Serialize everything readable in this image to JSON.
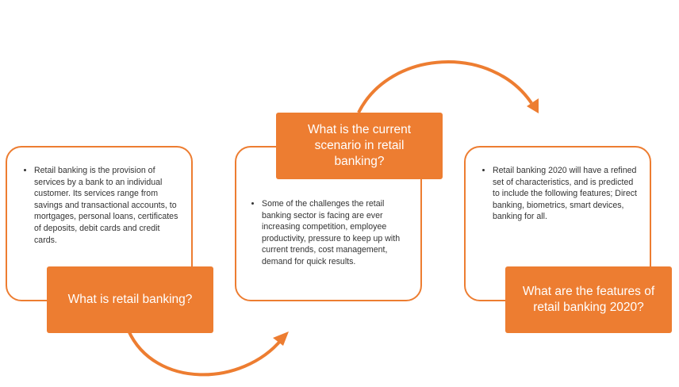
{
  "colors": {
    "accent": "#ed7d31",
    "text": "#333333",
    "background": "#ffffff"
  },
  "steps": [
    {
      "title": "What is retail banking?",
      "text": "Retail banking is the provision of services by a bank to an individual customer. Its services range from savings and transactional accounts, to mortgages, personal loans, certificates of deposits, debit cards and credit cards."
    },
    {
      "title": "What is the current scenario in retail banking?",
      "text": "Some of the challenges the retail banking sector is facing are ever increasing competition, employee productivity, pressure to keep up with current trends, cost management, demand for quick results."
    },
    {
      "title": "What are the features of retail banking 2020?",
      "text": "Retail banking 2020 will have a refined set of characteristics, and is predicted to include the following features; Direct banking, biometrics, smart devices, banking for all."
    }
  ]
}
